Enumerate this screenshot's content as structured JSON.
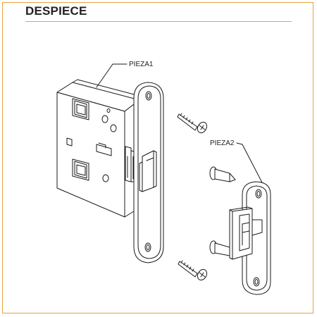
{
  "title": "DESPIECE",
  "labels": {
    "part1": "PIEZA1",
    "part2": "PIEZA2"
  },
  "colors": {
    "accent": "#e8a23c",
    "line": "#1a1a1a"
  }
}
